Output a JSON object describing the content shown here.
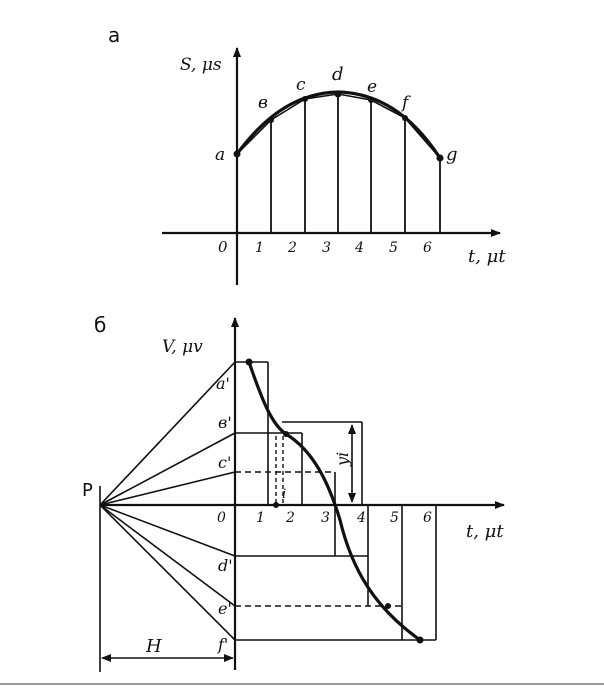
{
  "panel_a": {
    "letter": "а",
    "y_axis_label": "S, μs",
    "x_axis_label": "t, μt",
    "origin_label": "0",
    "ticks": [
      "1",
      "2",
      "3",
      "4",
      "5",
      "6"
    ],
    "points": [
      "a",
      "в",
      "c",
      "d",
      "e",
      "f",
      "g"
    ]
  },
  "panel_b": {
    "letter": "б",
    "y_axis_label": "V, μv",
    "x_axis_label": "t, μt",
    "origin_label": "0",
    "ticks": [
      "1",
      "2",
      "3",
      "4",
      "5",
      "6"
    ],
    "pole_label": "P",
    "distance_label": "H",
    "segment_label": "yi",
    "index_label": "i",
    "points": [
      "a'",
      "в'",
      "c'",
      "d'",
      "e'",
      "f'"
    ]
  }
}
